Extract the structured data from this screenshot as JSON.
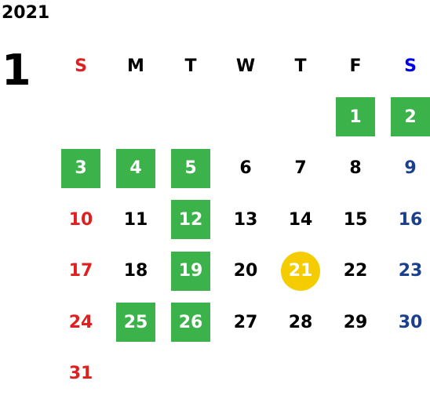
{
  "calendar": {
    "year": "2021",
    "month": "1",
    "weekday_headers": [
      "S",
      "M",
      "T",
      "W",
      "T",
      "F",
      "S"
    ],
    "first_weekday_index": 5,
    "days": [
      "1",
      "2",
      "3",
      "4",
      "5",
      "6",
      "7",
      "8",
      "9",
      "10",
      "11",
      "12",
      "13",
      "14",
      "15",
      "16",
      "17",
      "18",
      "19",
      "20",
      "21",
      "22",
      "23",
      "24",
      "25",
      "26",
      "27",
      "28",
      "29",
      "30",
      "31"
    ],
    "highlighted_days": [
      1,
      2,
      3,
      4,
      5,
      12,
      19,
      25,
      26
    ],
    "today": 21
  },
  "colors": {
    "sunday": "#e02020",
    "saturday_header": "#0000ee",
    "saturday": "#1a3f8f",
    "weekday": "#000000",
    "highlight": "#3cb34a",
    "today": "#f5cc00"
  }
}
